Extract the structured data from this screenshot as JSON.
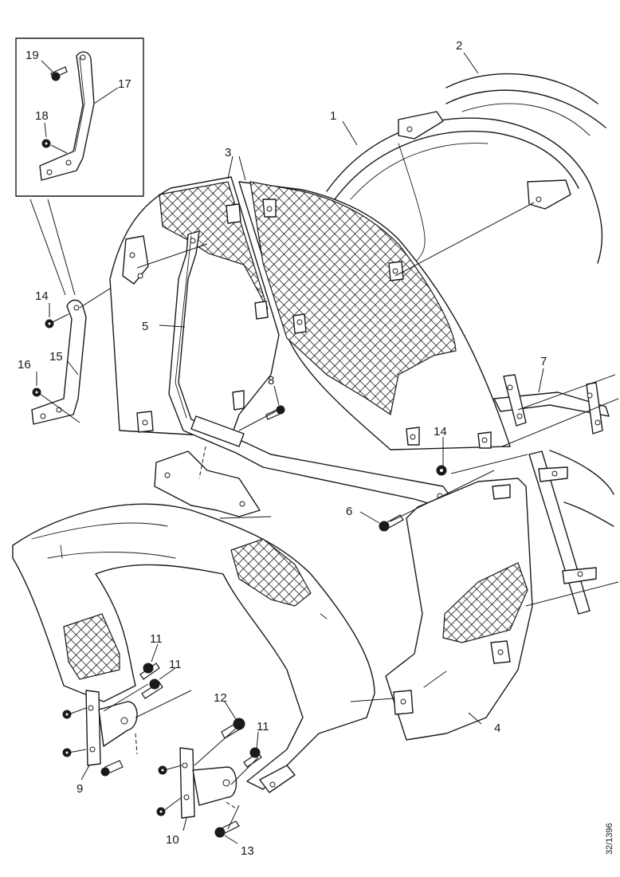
{
  "callouts": [
    {
      "id": "1",
      "label": "1"
    },
    {
      "id": "2",
      "label": "2"
    },
    {
      "id": "3",
      "label": "3"
    },
    {
      "id": "4",
      "label": "4"
    },
    {
      "id": "5",
      "label": "5"
    },
    {
      "id": "6",
      "label": "6"
    },
    {
      "id": "7",
      "label": "7"
    },
    {
      "id": "8",
      "label": "8"
    },
    {
      "id": "9",
      "label": "9"
    },
    {
      "id": "10",
      "label": "10"
    },
    {
      "id": "11a",
      "label": "11"
    },
    {
      "id": "11b",
      "label": "11"
    },
    {
      "id": "11c",
      "label": "11"
    },
    {
      "id": "12",
      "label": "12"
    },
    {
      "id": "13",
      "label": "13"
    },
    {
      "id": "14a",
      "label": "14"
    },
    {
      "id": "14b",
      "label": "14"
    },
    {
      "id": "15",
      "label": "15"
    },
    {
      "id": "16",
      "label": "16"
    },
    {
      "id": "17",
      "label": "17"
    },
    {
      "id": "18",
      "label": "18"
    },
    {
      "id": "19",
      "label": "19"
    }
  ],
  "reference_code": "32/1396",
  "colors": {
    "line": "#1a1a1a",
    "background": "#ffffff"
  }
}
